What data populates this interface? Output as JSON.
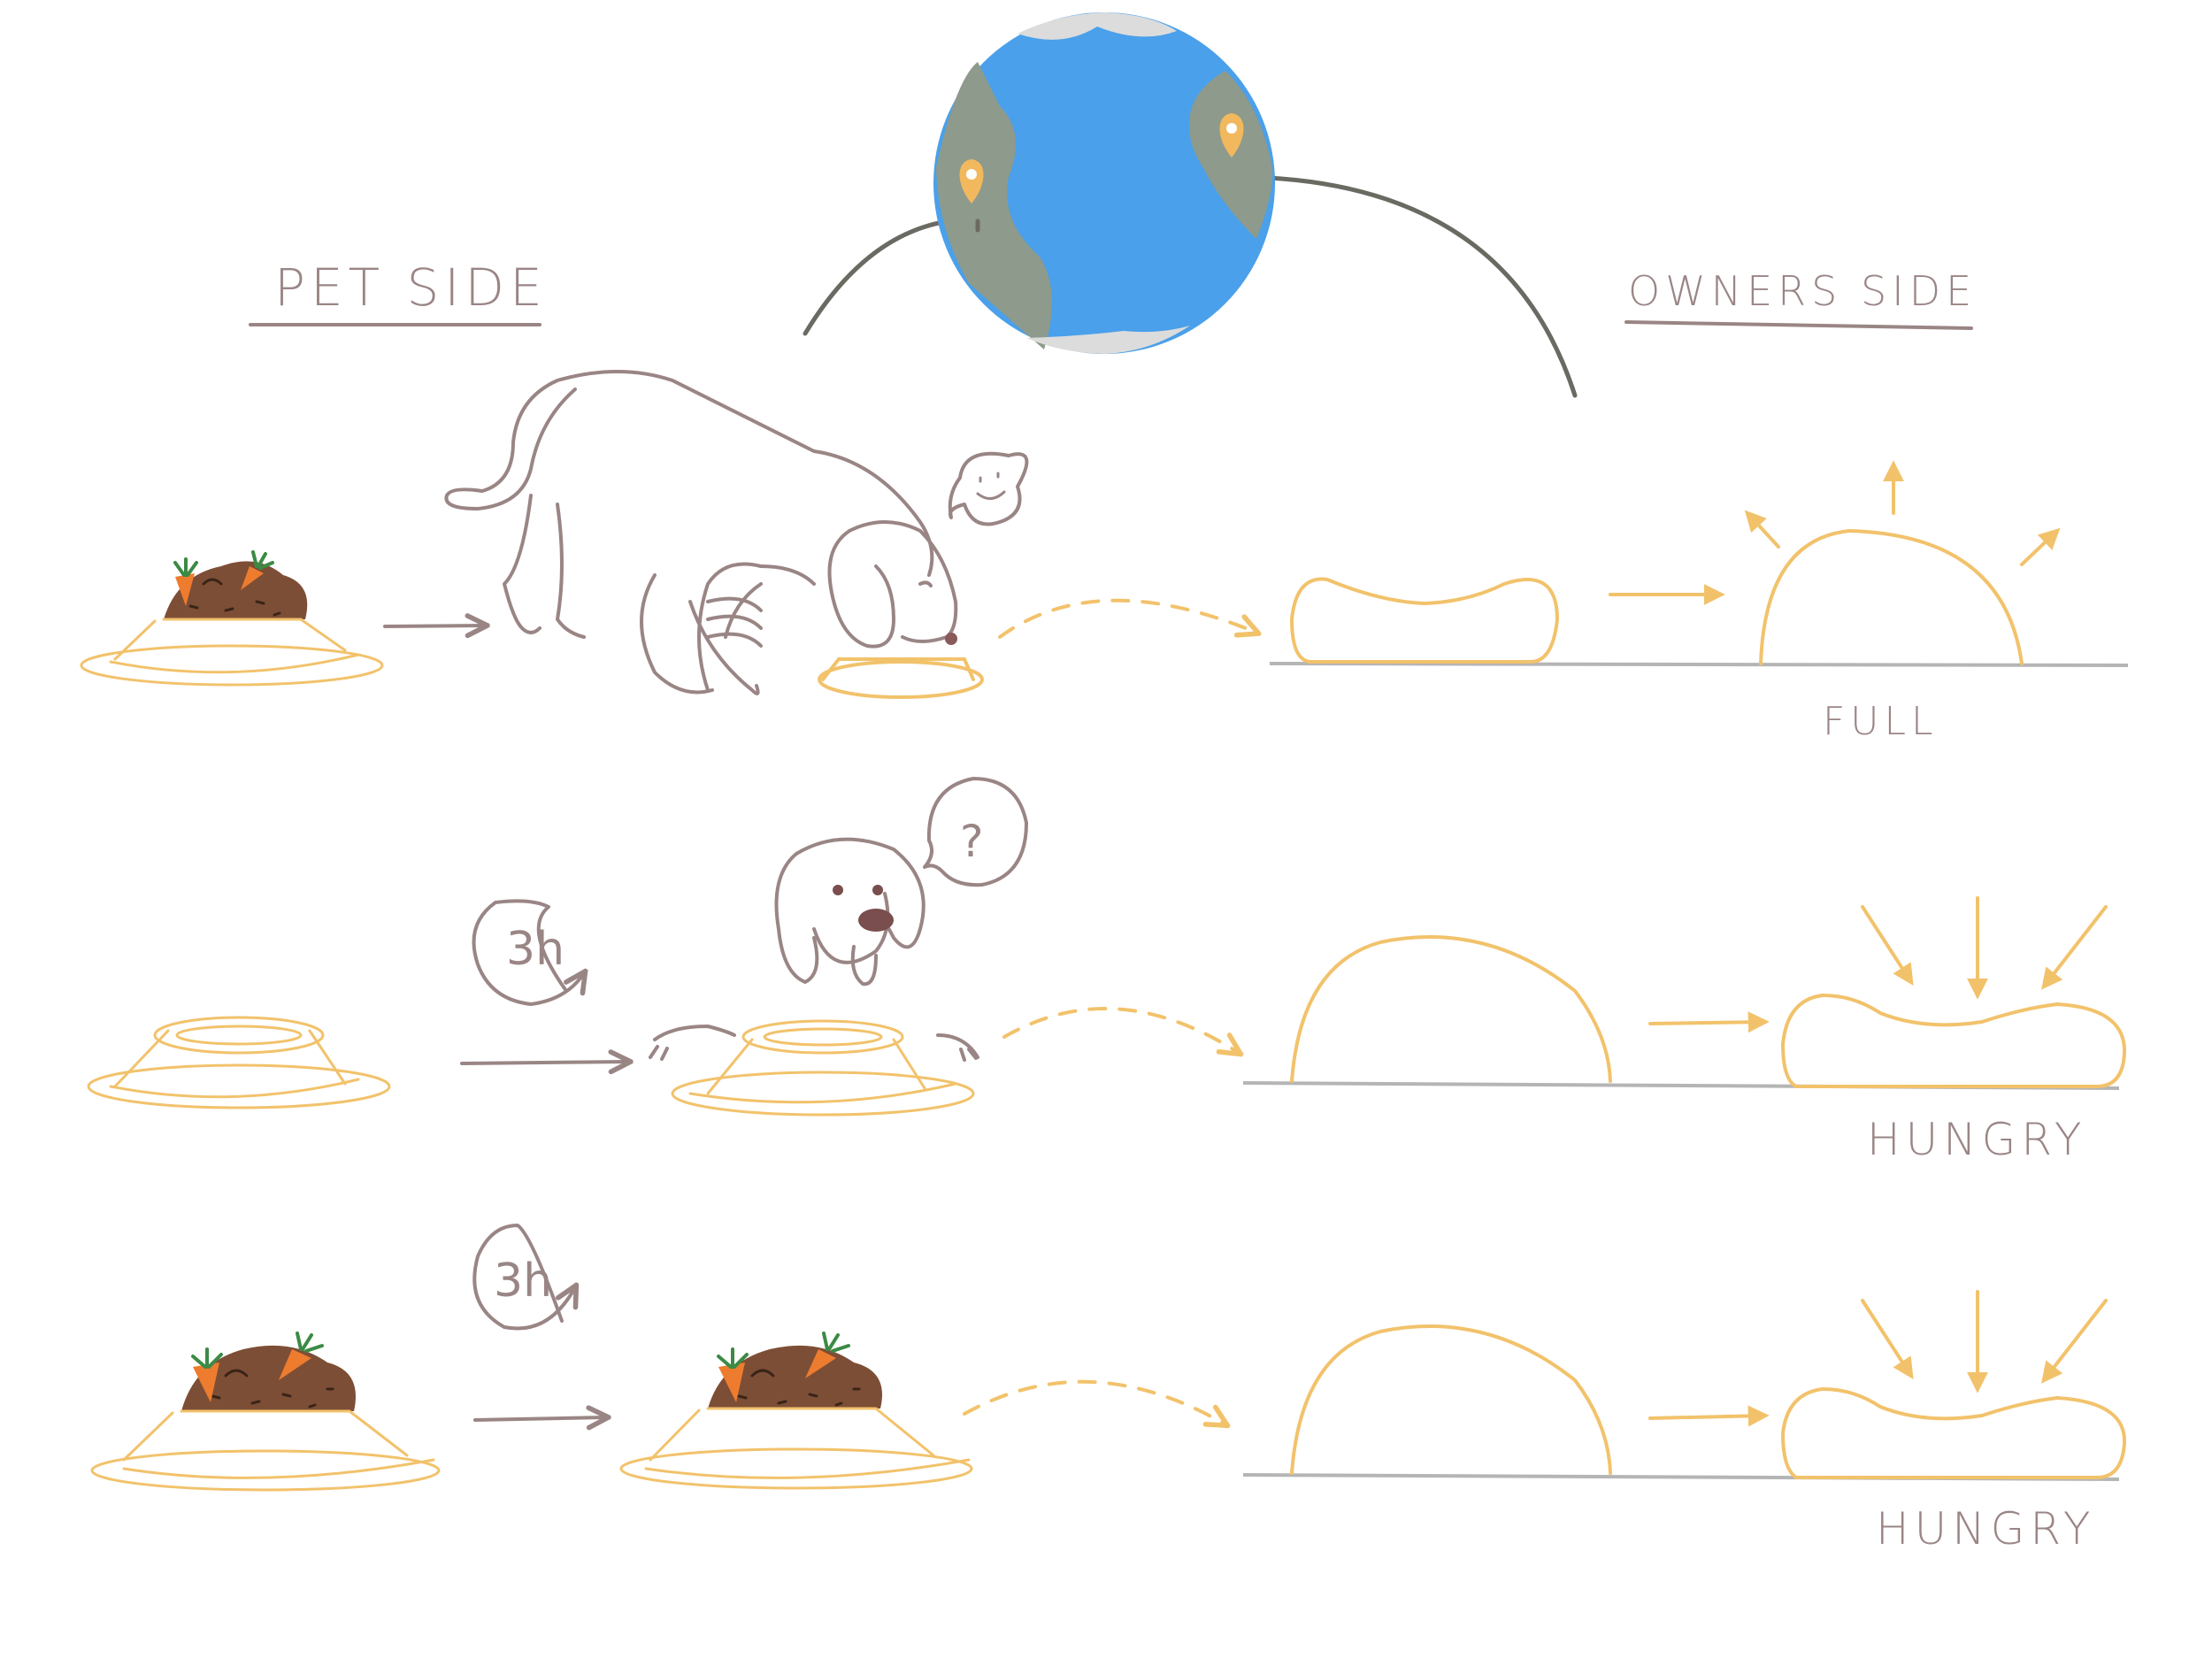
{
  "headers": {
    "pet_side": "PET SIDE",
    "owners_side": "OWNERS SIDE"
  },
  "rows": [
    {
      "timer": "",
      "owner_status": "FULL"
    },
    {
      "timer": "3h",
      "owner_status": "HUNGRY"
    },
    {
      "timer": "3h",
      "owner_status": "HUNGRY"
    }
  ],
  "bubbles": {
    "row2_question": "?"
  },
  "colors": {
    "line_brown": "#9a8585",
    "bowl_orange": "#f2c26b",
    "globe_ocean": "#4aa0ea",
    "globe_land": "#8d9a8c",
    "globe_ice": "#dcdcdc",
    "pin": "#f2b85e",
    "ground": "#b5b5b5",
    "food": "#7d4e36",
    "carrot": "#ee7c2e",
    "leaf": "#3b8a45",
    "arc": "#6a6a62"
  },
  "icons": [
    "globe-icon",
    "location-pin-icon",
    "dog-icon",
    "bowl-icon",
    "food-icon",
    "carrot-icon",
    "timer-icon",
    "cushion-icon",
    "sun-icon",
    "speech-bubble-icon",
    "arrow-icon"
  ]
}
